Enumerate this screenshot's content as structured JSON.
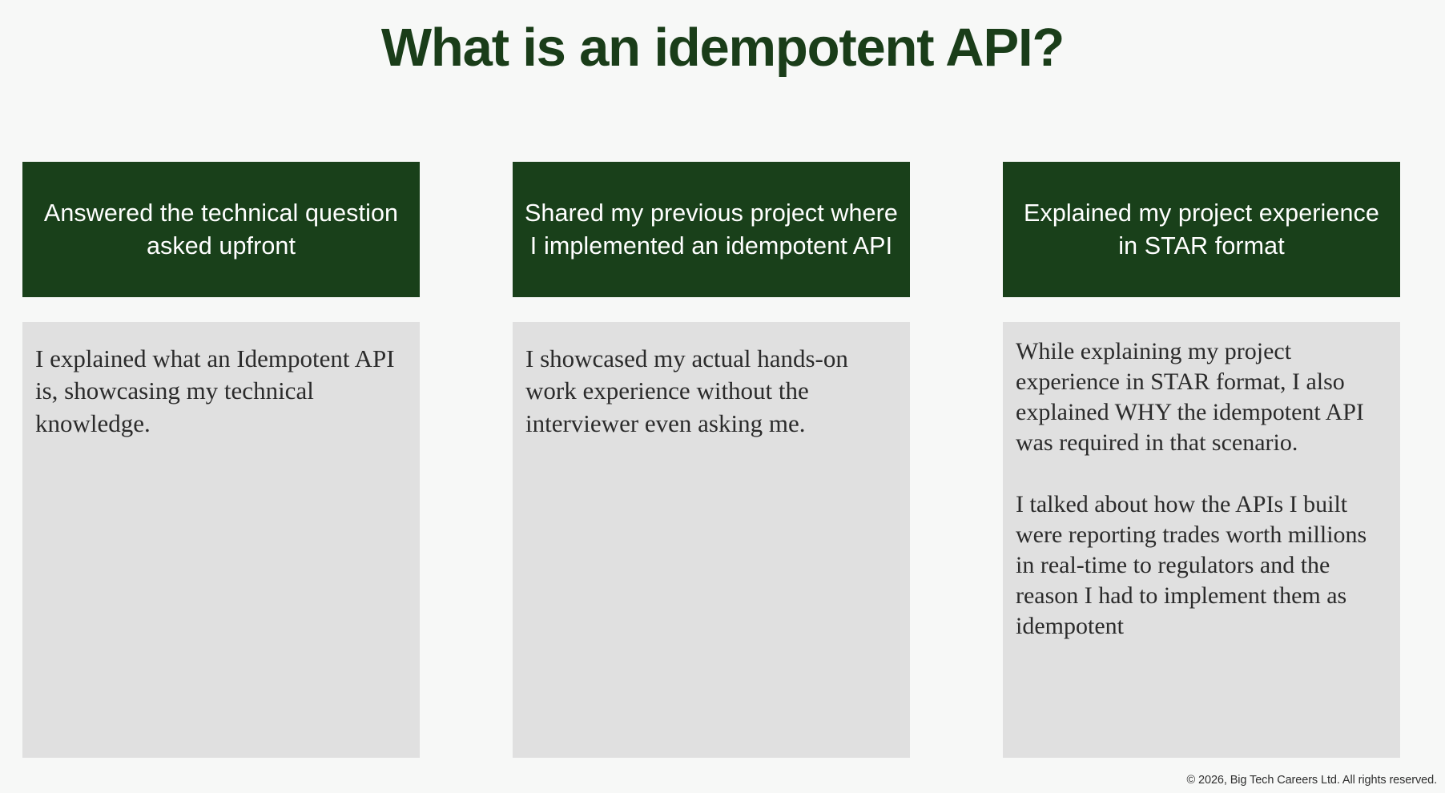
{
  "slide": {
    "title": "What is an idempotent API?",
    "accent_color": "#19401a",
    "background_color": "#f7f8f7",
    "card_body_color": "#e0e0e0",
    "header_text_color": "#ffffff",
    "body_text_color": "#2b2b2b"
  },
  "columns": [
    {
      "header": "Answered the technical question asked upfront",
      "paragraphs": [
        "I explained what an Idempotent API is, showcasing my technical knowledge."
      ]
    },
    {
      "header": "Shared my previous project where I implemented an idempotent API",
      "paragraphs": [
        "I showcased my actual hands-on work experience without the interviewer even asking me."
      ]
    },
    {
      "header": "Explained my project experience in STAR format",
      "paragraphs": [
        "While explaining my project experience in STAR format, I also explained WHY the idempotent API was required in that scenario.",
        "I talked about how the APIs I built were reporting trades worth millions in real-time to regulators and the reason I had to implement them as idempotent"
      ]
    }
  ],
  "footer": {
    "copyright": "© 2026, Big Tech Careers Ltd. All rights reserved."
  }
}
